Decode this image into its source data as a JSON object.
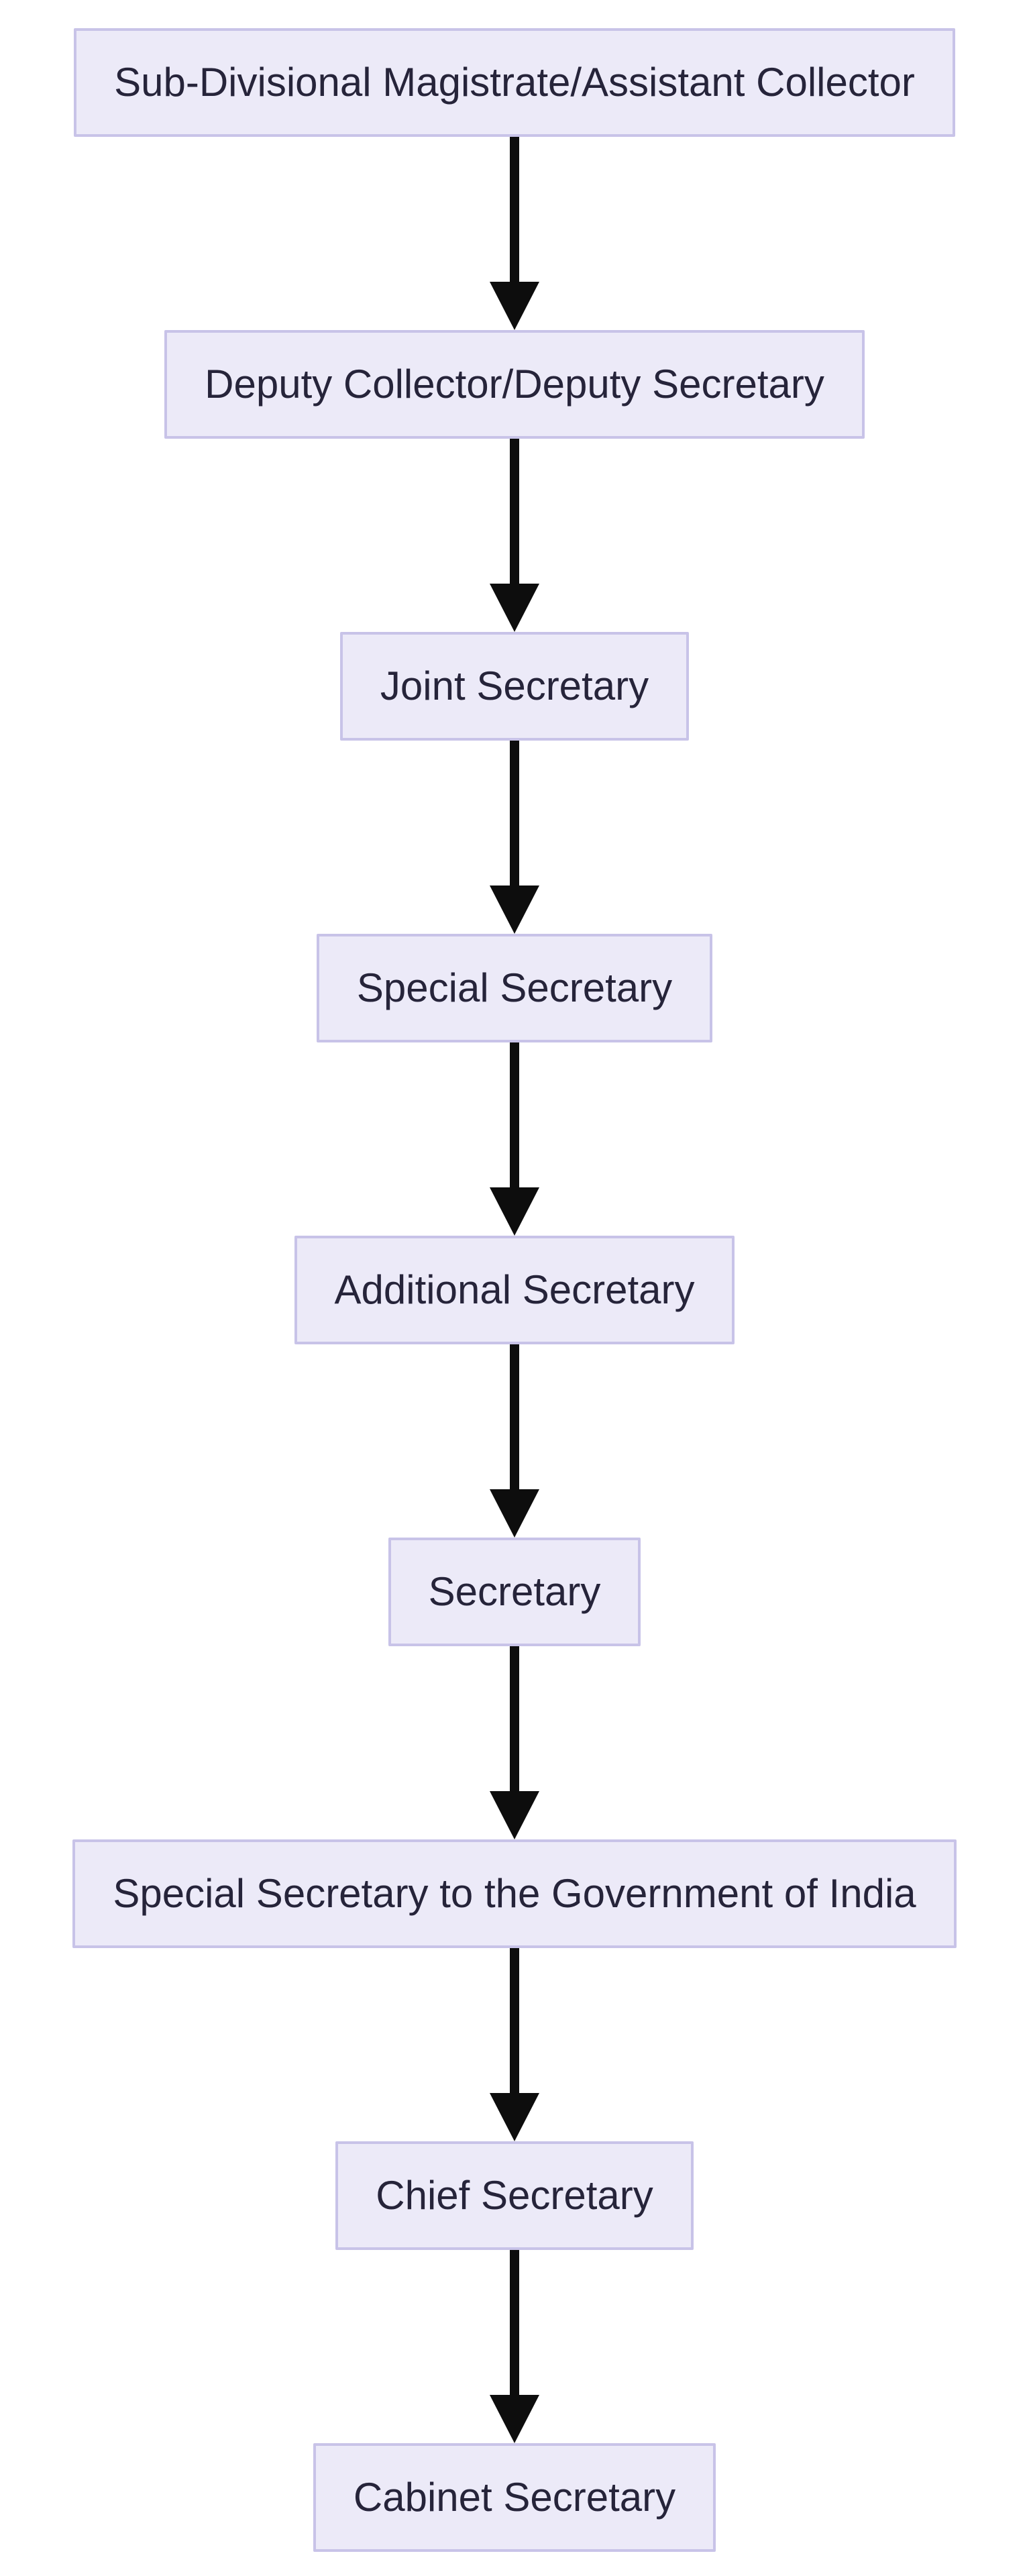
{
  "diagram": {
    "type": "flowchart",
    "direction": "top-to-bottom",
    "nodes": [
      {
        "label": "Sub-Divisional Magistrate/Assistant Collector"
      },
      {
        "label": "Deputy Collector/Deputy Secretary"
      },
      {
        "label": "Joint Secretary"
      },
      {
        "label": "Special Secretary"
      },
      {
        "label": "Additional Secretary"
      },
      {
        "label": "Secretary"
      },
      {
        "label": "Special Secretary to the Government of India"
      },
      {
        "label": "Chief Secretary"
      },
      {
        "label": "Cabinet Secretary"
      }
    ],
    "edges": [
      {
        "from": 0,
        "to": 1
      },
      {
        "from": 1,
        "to": 2
      },
      {
        "from": 2,
        "to": 3
      },
      {
        "from": 3,
        "to": 4
      },
      {
        "from": 4,
        "to": 5
      },
      {
        "from": 5,
        "to": 6
      },
      {
        "from": 6,
        "to": 7
      },
      {
        "from": 7,
        "to": 8
      }
    ],
    "colors": {
      "node_fill": "#ECEAF8",
      "node_border": "#C8C3E8",
      "node_text": "#26243A",
      "arrow": "#0D0D0D",
      "background": "#FFFFFF"
    }
  }
}
